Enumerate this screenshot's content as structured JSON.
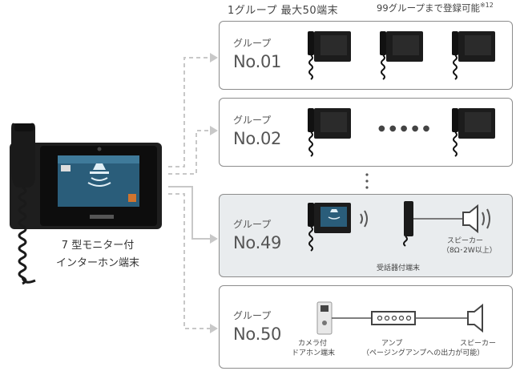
{
  "header": {
    "group_capacity": "1グループ 最大50端末",
    "group_registration": "99グループまで登録可能",
    "note_mark": "※12"
  },
  "master_unit": {
    "label_line1": "7 型モニター付",
    "label_line2": "インターホン端末"
  },
  "groups": [
    {
      "label": "グループ",
      "number": "No.01"
    },
    {
      "label": "グループ",
      "number": "No.02",
      "ellipsis": "● ● ● ● ●"
    },
    {
      "label": "グループ",
      "number": "No.49"
    },
    {
      "label": "グループ",
      "number": "No.50"
    }
  ],
  "group49": {
    "handset_terminal": "受話器付端末",
    "speaker_line1": "スピーカー",
    "speaker_line2": "（8Ω･2W以上）"
  },
  "group50": {
    "door_line1": "カメラ付",
    "door_line2": "ドアホン端末",
    "amp": "アンプ",
    "amp_note": "（ページングアンプへの出力が可能）",
    "speaker": "スピーカー"
  },
  "colors": {
    "border": "#8c8c8c",
    "highlight_bg": "#e9ecee",
    "connector_gray": "#c8c8c8",
    "screen_blue": "#2a5d7a"
  }
}
